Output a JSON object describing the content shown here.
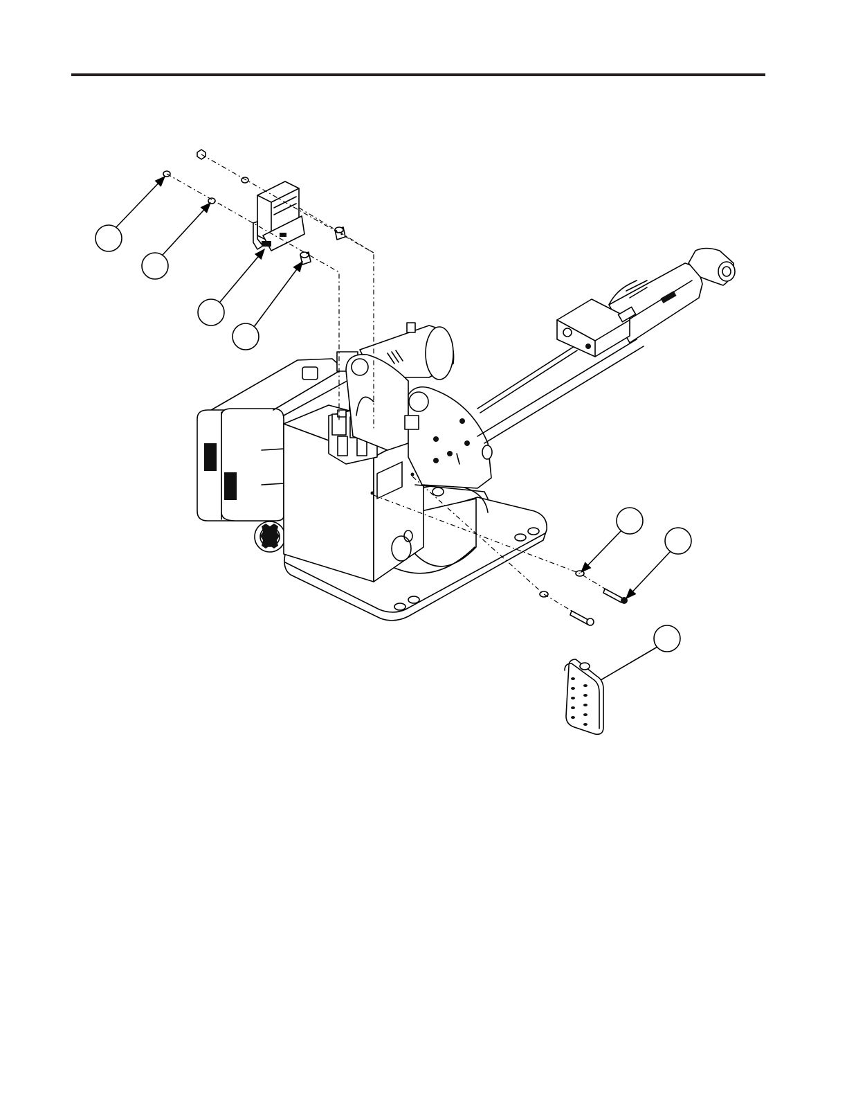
{
  "document": {
    "has_header_rule": true
  },
  "diagram": {
    "type": "exploded-assembly-drawing",
    "callouts": [
      {
        "id": "c1",
        "target": "nut-upper"
      },
      {
        "id": "c2",
        "target": "washer-upper"
      },
      {
        "id": "c3",
        "target": "control-module"
      },
      {
        "id": "c4",
        "target": "spacer"
      },
      {
        "id": "c5",
        "target": "washer-lower"
      },
      {
        "id": "c6",
        "target": "bolt"
      },
      {
        "id": "c7",
        "target": "remote-pendant"
      }
    ],
    "colors": {
      "line": "#000000",
      "rule": "#231f20",
      "background": "#ffffff"
    }
  }
}
